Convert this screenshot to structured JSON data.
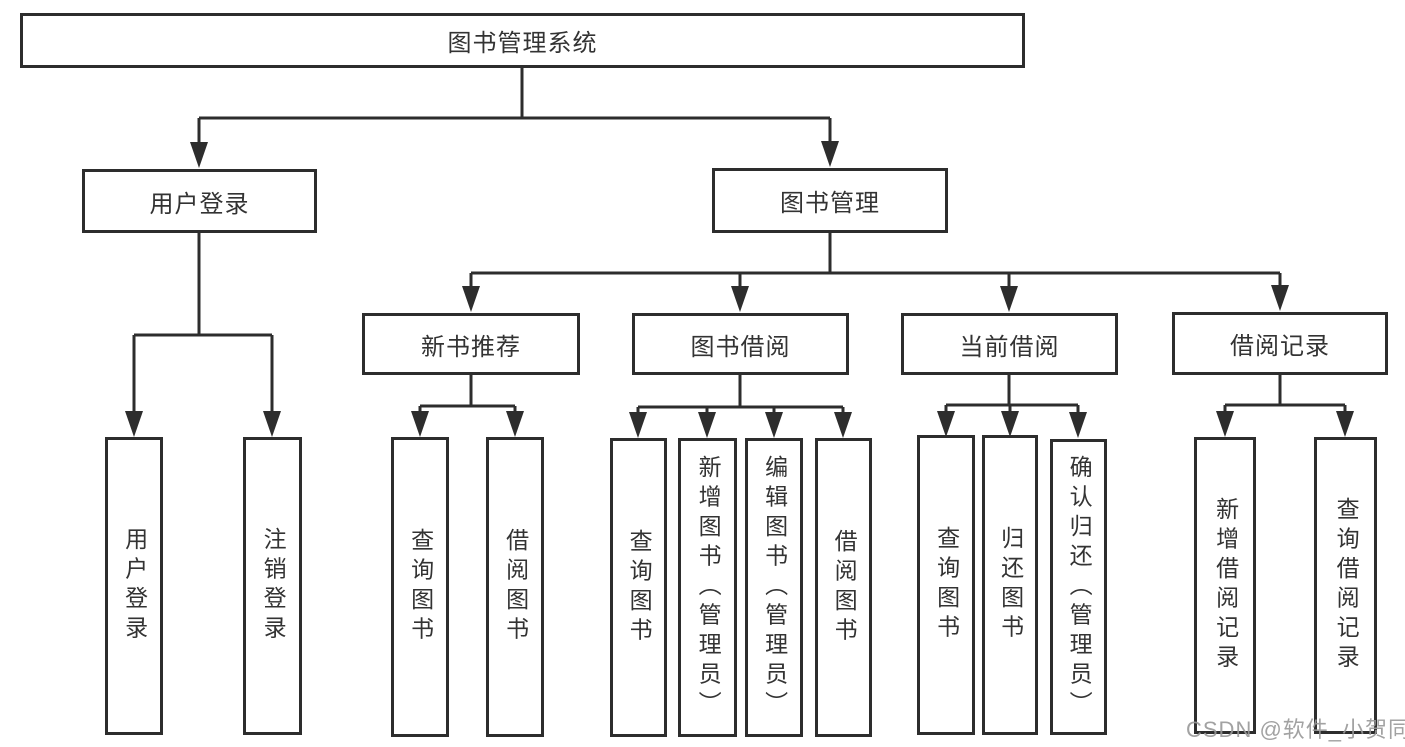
{
  "diagram": {
    "root": {
      "label": "图书管理系统"
    },
    "modules": [
      {
        "label": "用户登录",
        "children": [
          {
            "label": "用户登录"
          },
          {
            "label": "注销登录"
          }
        ]
      },
      {
        "label": "图书管理",
        "sections": [
          {
            "label": "新书推荐",
            "children": [
              {
                "label": "查询图书"
              },
              {
                "label": "借阅图书"
              }
            ]
          },
          {
            "label": "图书借阅",
            "children": [
              {
                "label": "查询图书"
              },
              {
                "label": "新增图书（管理员）"
              },
              {
                "label": "编辑图书（管理员）"
              },
              {
                "label": "借阅图书"
              }
            ]
          },
          {
            "label": "当前借阅",
            "children": [
              {
                "label": "查询图书"
              },
              {
                "label": "归还图书"
              },
              {
                "label": "确认归还（管理员）"
              }
            ]
          },
          {
            "label": "借阅记录",
            "children": [
              {
                "label": "新增借阅记录"
              },
              {
                "label": "查询借阅记录"
              }
            ]
          }
        ]
      }
    ]
  },
  "watermark": {
    "text": "CSDN @软件_小贺同学"
  },
  "colors": {
    "line": "#2d2d2d",
    "text": "#333333",
    "watermark": "#989898",
    "background": "#ffffff"
  }
}
